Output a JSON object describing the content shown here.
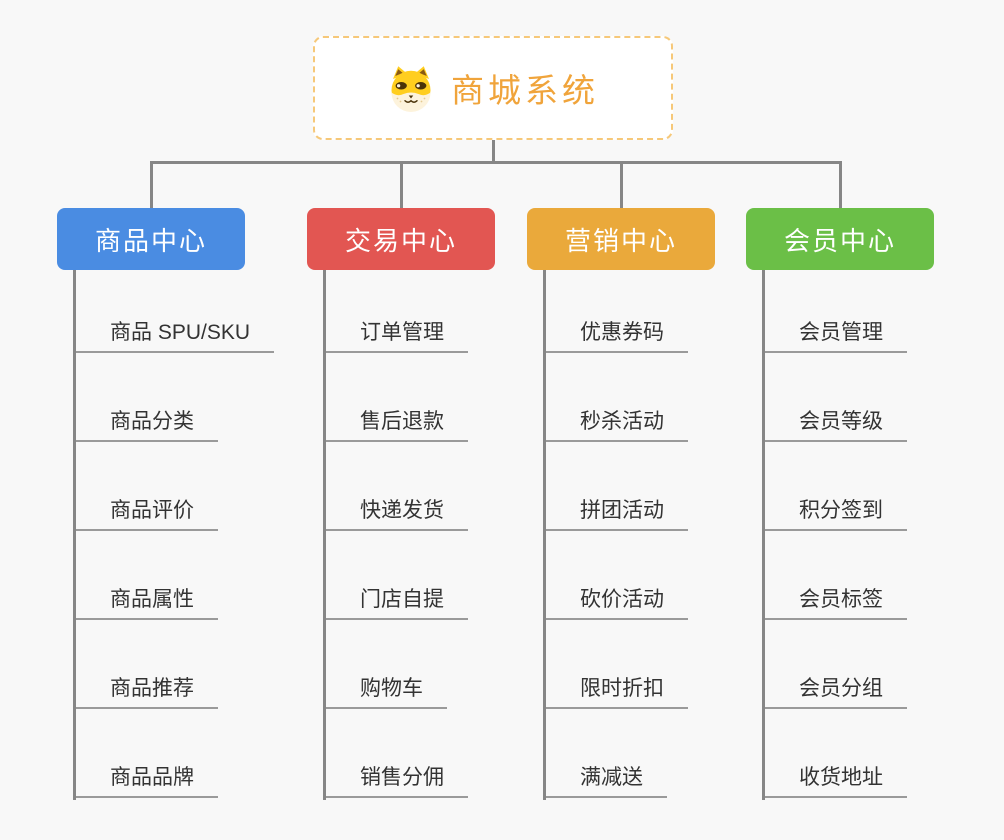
{
  "root": {
    "label": "商城系统",
    "icon": "dog-face-icon",
    "label_color": "#f0a43b",
    "border_color": "#f6c879"
  },
  "branches": [
    {
      "id": "product-center",
      "label": "商品中心",
      "color": "#4a8ce2",
      "children": [
        "商品 SPU/SKU",
        "商品分类",
        "商品评价",
        "商品属性",
        "商品推荐",
        "商品品牌"
      ]
    },
    {
      "id": "trade-center",
      "label": "交易中心",
      "color": "#e25652",
      "children": [
        "订单管理",
        "售后退款",
        "快递发货",
        "门店自提",
        "购物车",
        "销售分佣"
      ]
    },
    {
      "id": "marketing-center",
      "label": "营销中心",
      "color": "#eaa93b",
      "children": [
        "优惠券码",
        "秒杀活动",
        "拼团活动",
        "砍价活动",
        "限时折扣",
        "满减送"
      ]
    },
    {
      "id": "member-center",
      "label": "会员中心",
      "color": "#6bbf47",
      "children": [
        "会员管理",
        "会员等级",
        "积分签到",
        "会员标签",
        "会员分组",
        "收货地址"
      ]
    }
  ],
  "colors": {
    "connector_line": "#868686",
    "leaf_underline": "#9a9a9a",
    "leaf_text": "#333333",
    "background": "#f8f8f8"
  }
}
